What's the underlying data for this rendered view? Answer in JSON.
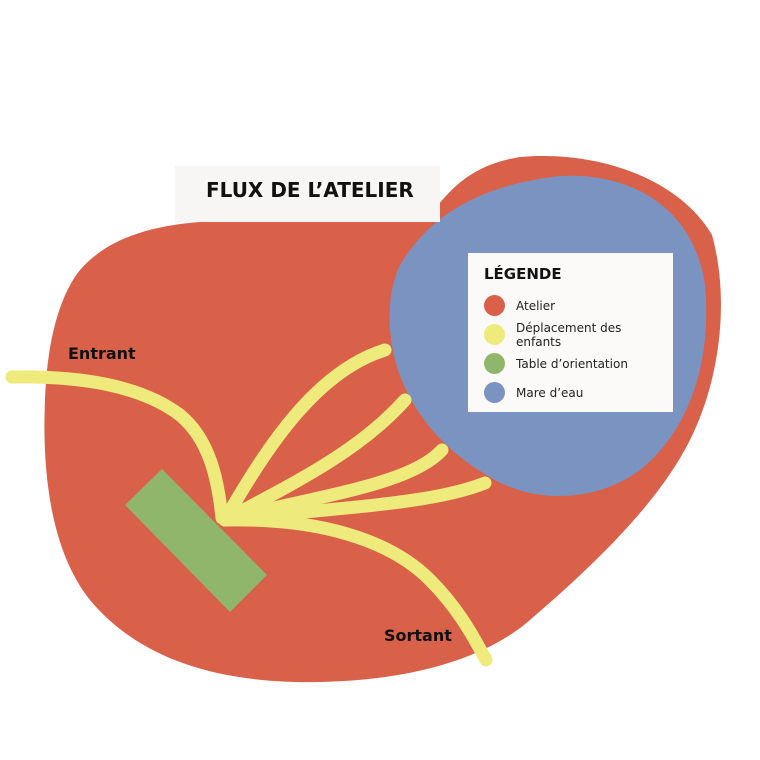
{
  "title": "FLUX DE L’ATELIER",
  "labels": {
    "entrant": "Entrant",
    "sortant": "Sortant"
  },
  "legend": {
    "title": "LÉGENDE",
    "items": [
      {
        "label": "Atelier",
        "color": "#d9614a"
      },
      {
        "label": "Déplacement des enfants",
        "color": "#eeea7c"
      },
      {
        "label": "Table d’orientation",
        "color": "#8fb66a"
      },
      {
        "label": "Mare d’eau",
        "color": "#7b93c0"
      }
    ]
  }
}
